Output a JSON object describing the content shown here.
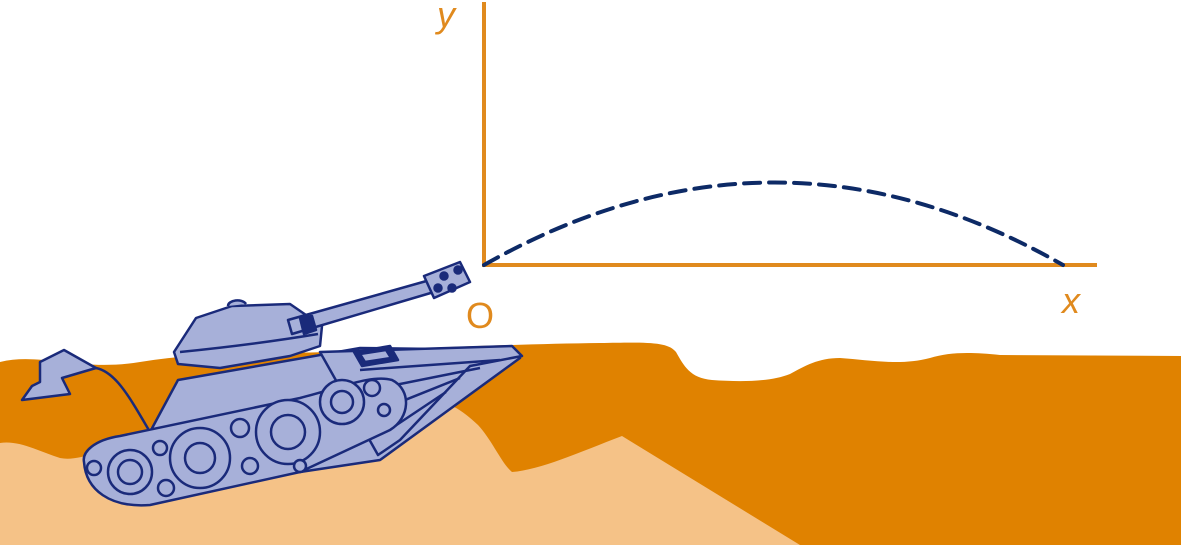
{
  "labels": {
    "y_axis": "y",
    "x_axis": "x",
    "origin": "O"
  },
  "colors": {
    "axis": "#E08A1E",
    "trajectory": "#0D2A66",
    "tank_fill": "#A7B0D9",
    "tank_outline": "#1A2A7A",
    "ground_dark": "#E08200",
    "ground_light": "#F5C287",
    "background": "#FFFFFF"
  },
  "icons": {
    "tank": "tank-icon",
    "ground": "desert-ground"
  }
}
